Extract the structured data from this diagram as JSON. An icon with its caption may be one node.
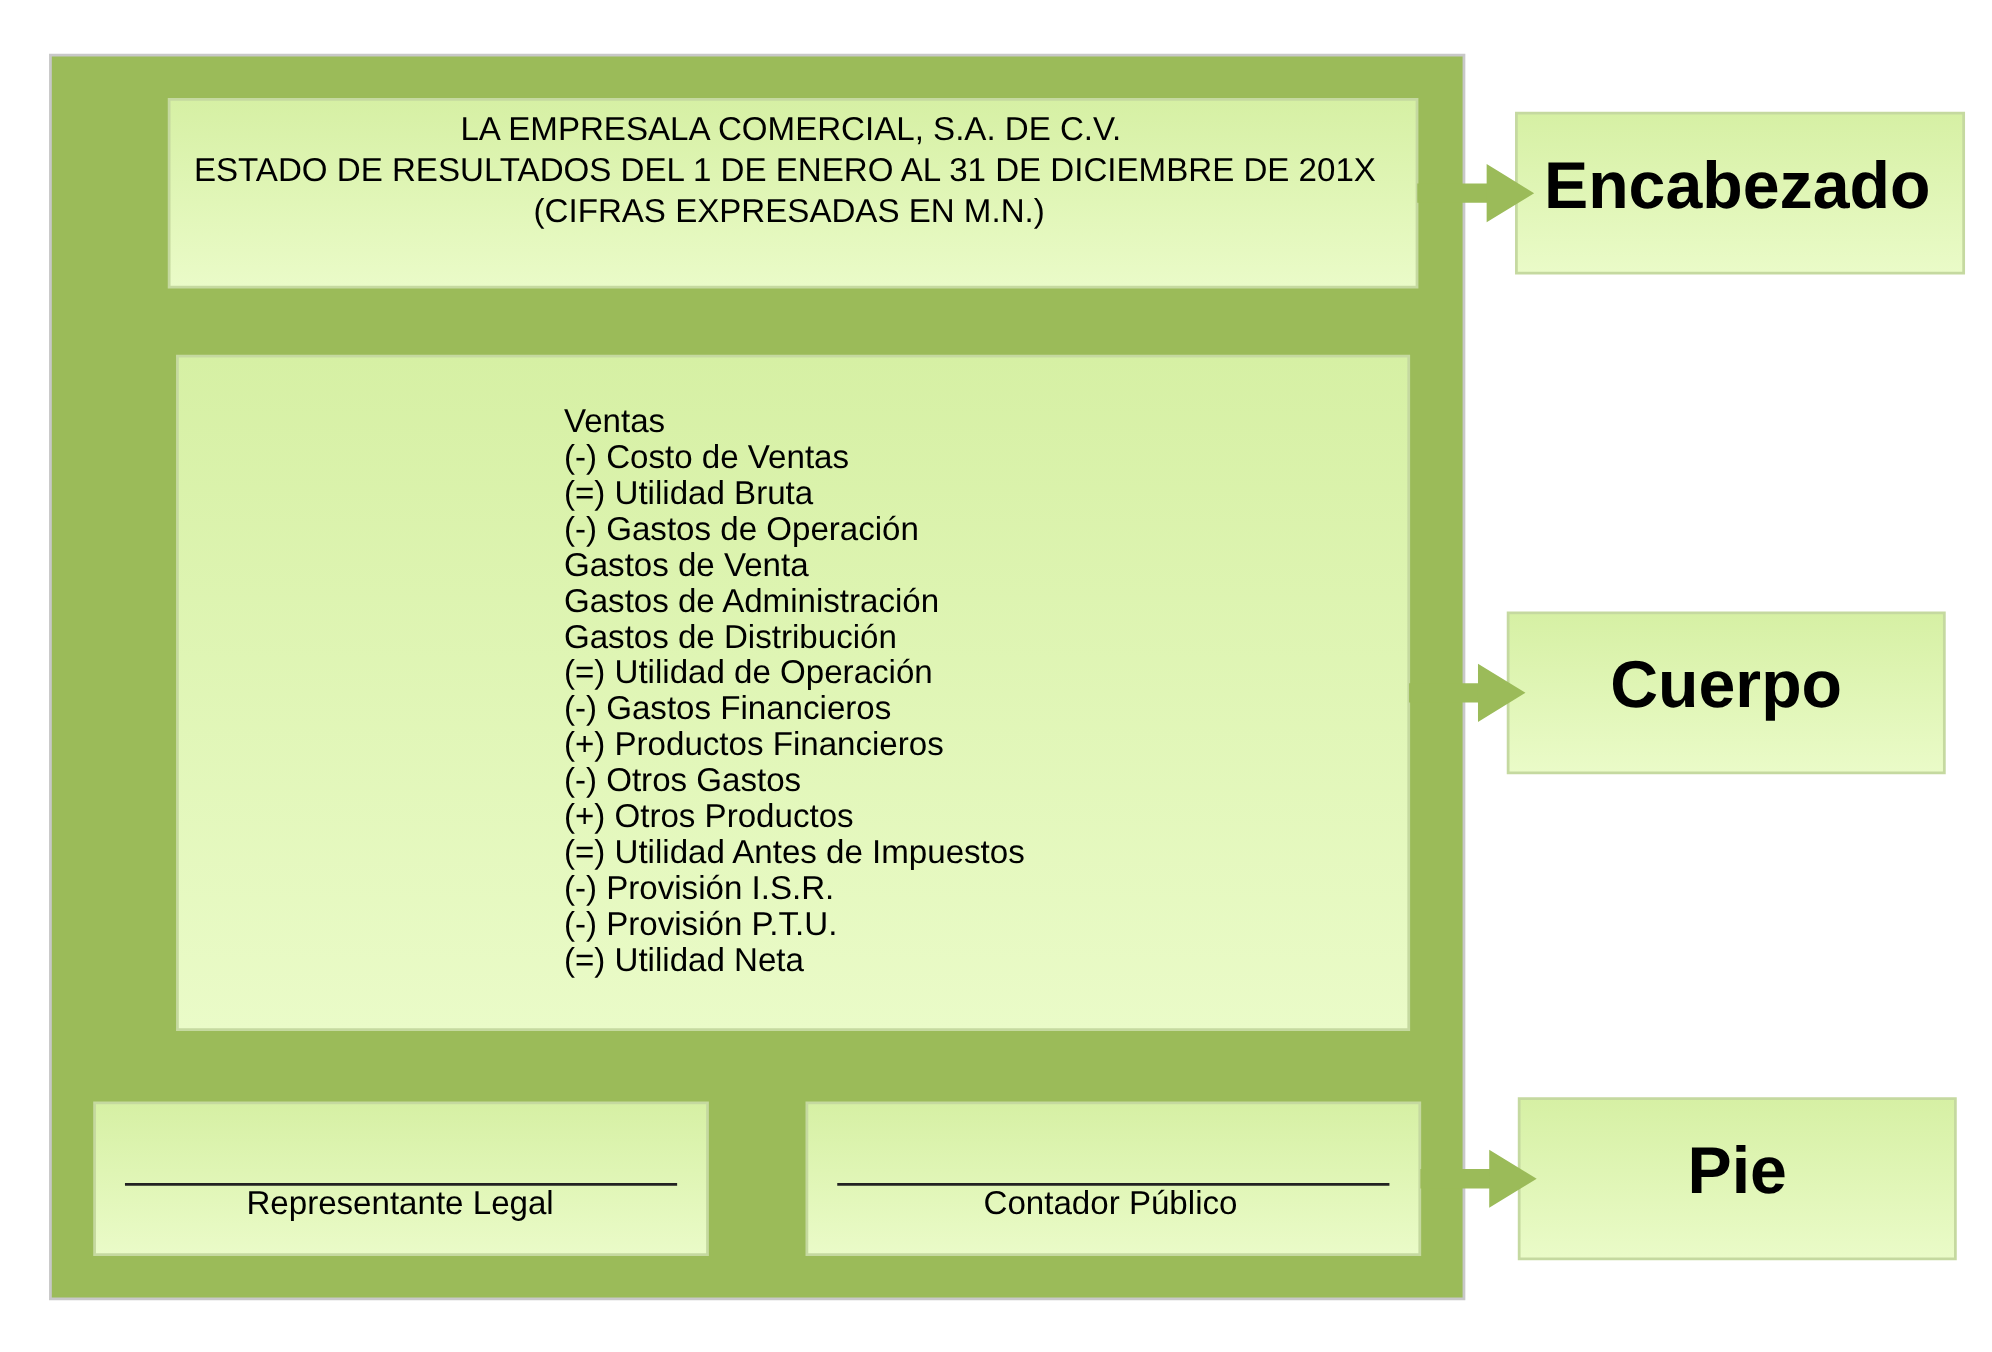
{
  "diagram": {
    "nodes": [
      {
        "text": [],
        "shape": "box"
      },
      {
        "text": [
          "LA EMPRESALA COMERCIAL, S.A. DE C.V.",
          "ESTADO DE RESULTADOS DEL 1 DE ENERO AL 31 DE DICIEMBRE DE 201X",
          "(CIFRAS EXPRESADAS EN M.N.)"
        ],
        "in": 0
      },
      {
        "text": [
          "Ventas",
          "(-) Costo de Ventas",
          "(=) Utilidad Bruta",
          "(-) Gastos de Operación",
          "Gastos de Venta",
          "Gastos de Administración",
          "Gastos de Distribución",
          "(=) Utilidad de Operación",
          "(-) Gastos Financieros",
          "(+) Productos Financieros",
          "(-) Otros Gastos",
          "(+) Otros Productos",
          "(=) Utilidad Antes de Impuestos",
          "(-) Provisión I.S.R.",
          "(-) Provisión P.T.U.",
          "(=) Utilidad Neta"
        ],
        "in": 0
      },
      {
        "text": [
          "Representante Legal"
        ],
        "in": 0
      },
      {
        "text": [
          "Contador Público"
        ],
        "in": 0
      },
      {
        "text": [
          "Encabezado"
        ]
      },
      {
        "text": [
          "Cuerpo"
        ]
      },
      {
        "text": [
          "Pie"
        ]
      }
    ],
    "edges": [
      {
        "from": 1,
        "to": 5,
        "arrow": "to"
      },
      {
        "from": 2,
        "to": 6,
        "arrow": "to"
      },
      {
        "from": 4,
        "to": 7,
        "arrow": "to"
      }
    ]
  }
}
